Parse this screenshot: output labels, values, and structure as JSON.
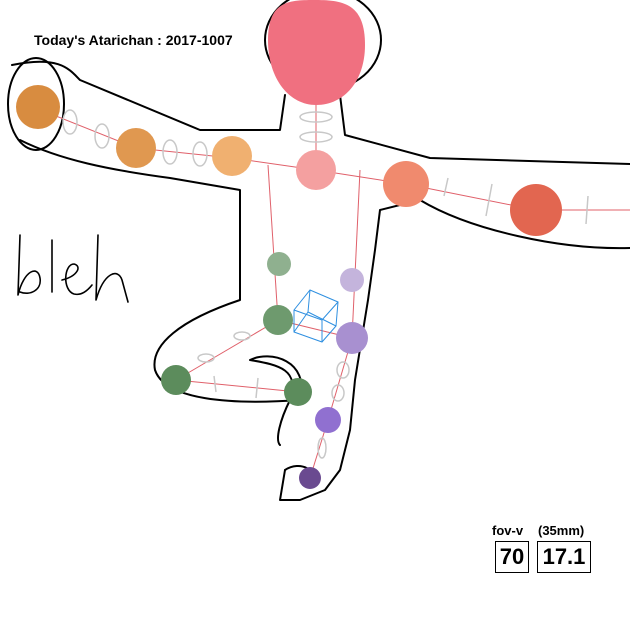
{
  "title": "Today's Atarichan : 2017-1007",
  "doodle_text": "bleh",
  "hud": {
    "fov_label": "fov-v",
    "focal_label": "(35mm)",
    "fov_value": "70",
    "focal_value": "17.1"
  },
  "colors": {
    "outline": "#000000",
    "bone_line": "#e0606a",
    "gizmo": "#2e8fe0",
    "ring": "#c8c8c8",
    "head": "#f07080",
    "chest": "#f4a0a0",
    "left_shoulder": "#f08a6e",
    "left_hand": "#e26650",
    "right_shoulder": "#f0b070",
    "right_elbow": "#e09850",
    "right_hand": "#d88c40",
    "hip_green": "#6e9a6e",
    "knee_green": "#5c8c5c",
    "hip_purple": "#a890d0",
    "knee_purple": "#9070d0",
    "foot_purple": "#6a4a90"
  },
  "joints": [
    {
      "name": "head",
      "color_key": "head"
    },
    {
      "name": "chest",
      "color_key": "chest"
    },
    {
      "name": "left-shoulder",
      "color_key": "left_shoulder"
    },
    {
      "name": "left-hand",
      "color_key": "left_hand"
    },
    {
      "name": "right-shoulder",
      "color_key": "right_shoulder"
    },
    {
      "name": "right-elbow",
      "color_key": "right_elbow"
    },
    {
      "name": "right-hand",
      "color_key": "right_hand"
    },
    {
      "name": "upper-leg-green",
      "color_key": "hip_green"
    },
    {
      "name": "hip-green",
      "color_key": "hip_green"
    },
    {
      "name": "knee-green",
      "color_key": "knee_green"
    },
    {
      "name": "foot-green",
      "color_key": "knee_green"
    },
    {
      "name": "upper-leg-purple",
      "color_key": "hip_purple"
    },
    {
      "name": "hip-purple",
      "color_key": "hip_purple"
    },
    {
      "name": "knee-purple",
      "color_key": "knee_purple"
    },
    {
      "name": "foot-purple",
      "color_key": "foot_purple"
    }
  ]
}
